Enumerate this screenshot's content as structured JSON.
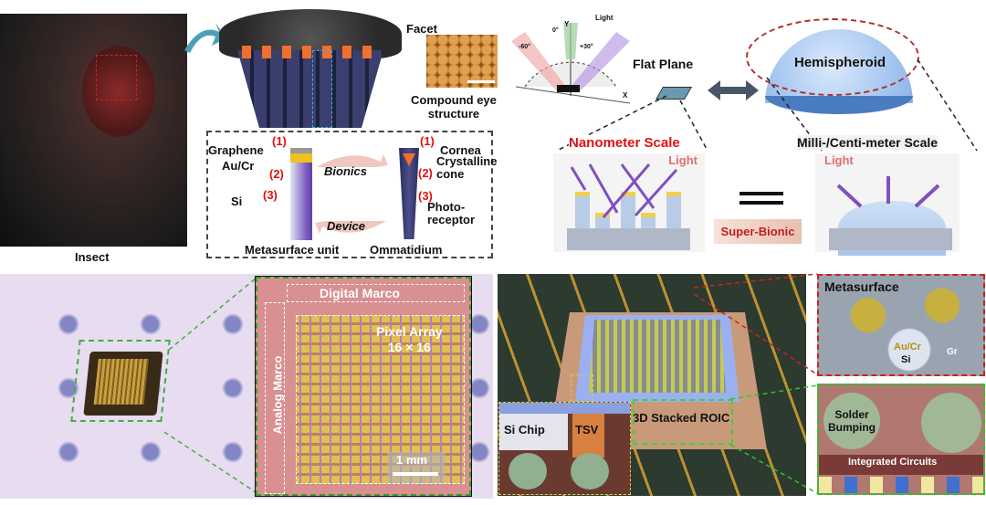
{
  "panel_a": {
    "insect_label": "Insect",
    "facet_label": "Facet",
    "compound_eye_label_1": "Compound eye",
    "compound_eye_label_2": "structure",
    "graphene": "Graphene",
    "au_cr": "Au/Cr",
    "si": "Si",
    "n1": "(1)",
    "n2": "(2)",
    "n3": "(3)",
    "cornea": "Cornea",
    "crystalline_1": "Crystalline",
    "crystalline_2": "cone",
    "photo_1": "Photo-",
    "photo_2": "receptor",
    "bionics": "Bionics",
    "device": "Device",
    "metasurface_unit": "Metasurface unit",
    "ommatidium": "Ommatidium"
  },
  "panel_b": {
    "light": "Light",
    "y_axis": "Y",
    "x_axis": "X",
    "angle_0": "0°",
    "angle_neg60": "-60°",
    "angle_pos30": "+30°",
    "flat_plane": "Flat Plane",
    "hemispheroid": "Hemispheroid",
    "nanometer_scale": "Nanometer Scale",
    "milli_scale": "Milli-/Centi-meter Scale",
    "light_left": "Light",
    "light_right": "Light",
    "super_bionic": "Super-Bionic",
    "colors": {
      "accent_red": "#e01010",
      "dome_blue": "#9cc0ee"
    }
  },
  "panel_c": {
    "digital_marco": "Digital Marco",
    "analog_marco": "Analog Marco",
    "pixel_array_1": "Pixel Array",
    "pixel_array_2": "16 × 16",
    "scale_bar": "1 mm"
  },
  "panel_d": {
    "roic": "3D Stacked ROIC",
    "si_chip": "Si Chip",
    "tsv": "TSV",
    "metasurface": "Metasurface",
    "au_cr": "Au/Cr",
    "si": "Si",
    "gr": "Gr",
    "solder_1": "Solder",
    "solder_2": "Bumping",
    "integrated_circuits": "Integrated Circuits"
  }
}
